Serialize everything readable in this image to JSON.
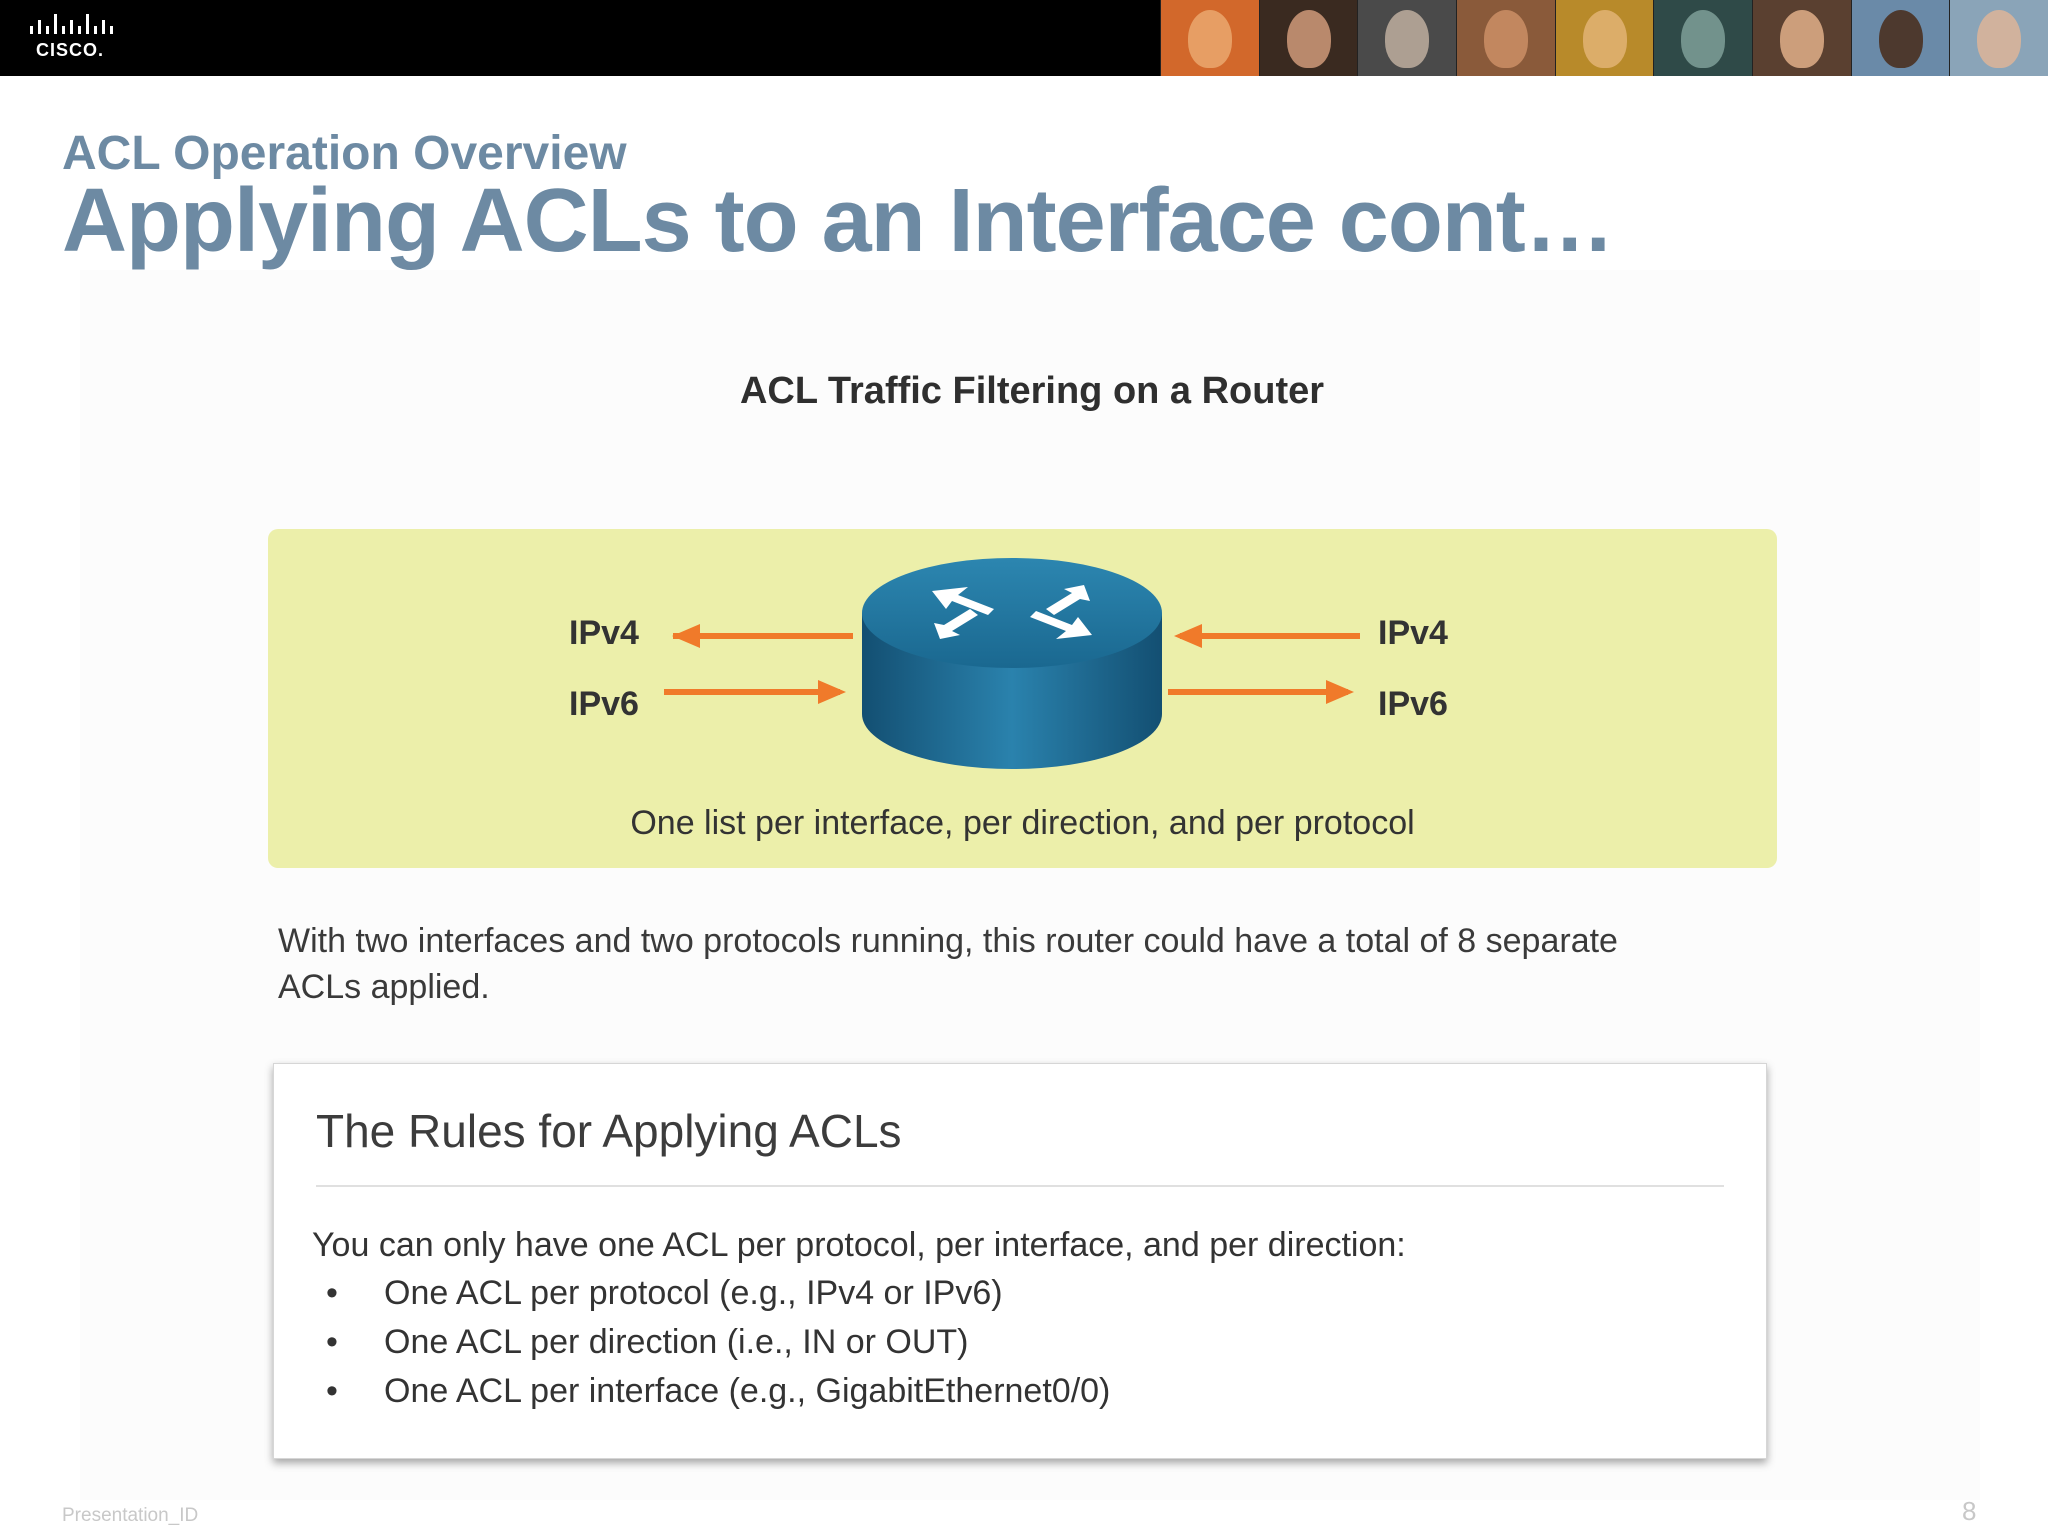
{
  "header": {
    "logo_text": "CISCO.",
    "photo_strip": [
      "photo-1",
      "photo-2",
      "photo-3",
      "photo-4",
      "photo-5",
      "photo-6",
      "photo-7",
      "photo-8",
      "photo-9"
    ]
  },
  "slide": {
    "subtitle": "ACL Operation Overview",
    "title": "Applying ACLs to an Interface cont…"
  },
  "figure": {
    "title": "ACL Traffic Filtering on a Router",
    "left_labels": [
      "IPv4",
      "IPv6"
    ],
    "right_labels": [
      "IPv4",
      "IPv6"
    ],
    "caption": "One list per interface, per direction, and per protocol",
    "arrow_color": "#f07a2a",
    "panel_color": "#ecefaa",
    "router_color": "#1e6f9a"
  },
  "paragraph": "With two interfaces and two protocols running, this router could have a total of 8 separate ACLs applied.",
  "rules": {
    "heading": "The Rules for Applying ACLs",
    "intro": "You can only have one ACL per protocol, per interface, and per direction:",
    "items": [
      "One ACL per protocol (e.g., IPv4 or IPv6)",
      "One ACL per direction (i.e., IN or OUT)",
      "One ACL per interface (e.g., GigabitEthernet0/0)"
    ]
  },
  "footer": {
    "presentation_id": "Presentation_ID",
    "page_number": "8"
  }
}
